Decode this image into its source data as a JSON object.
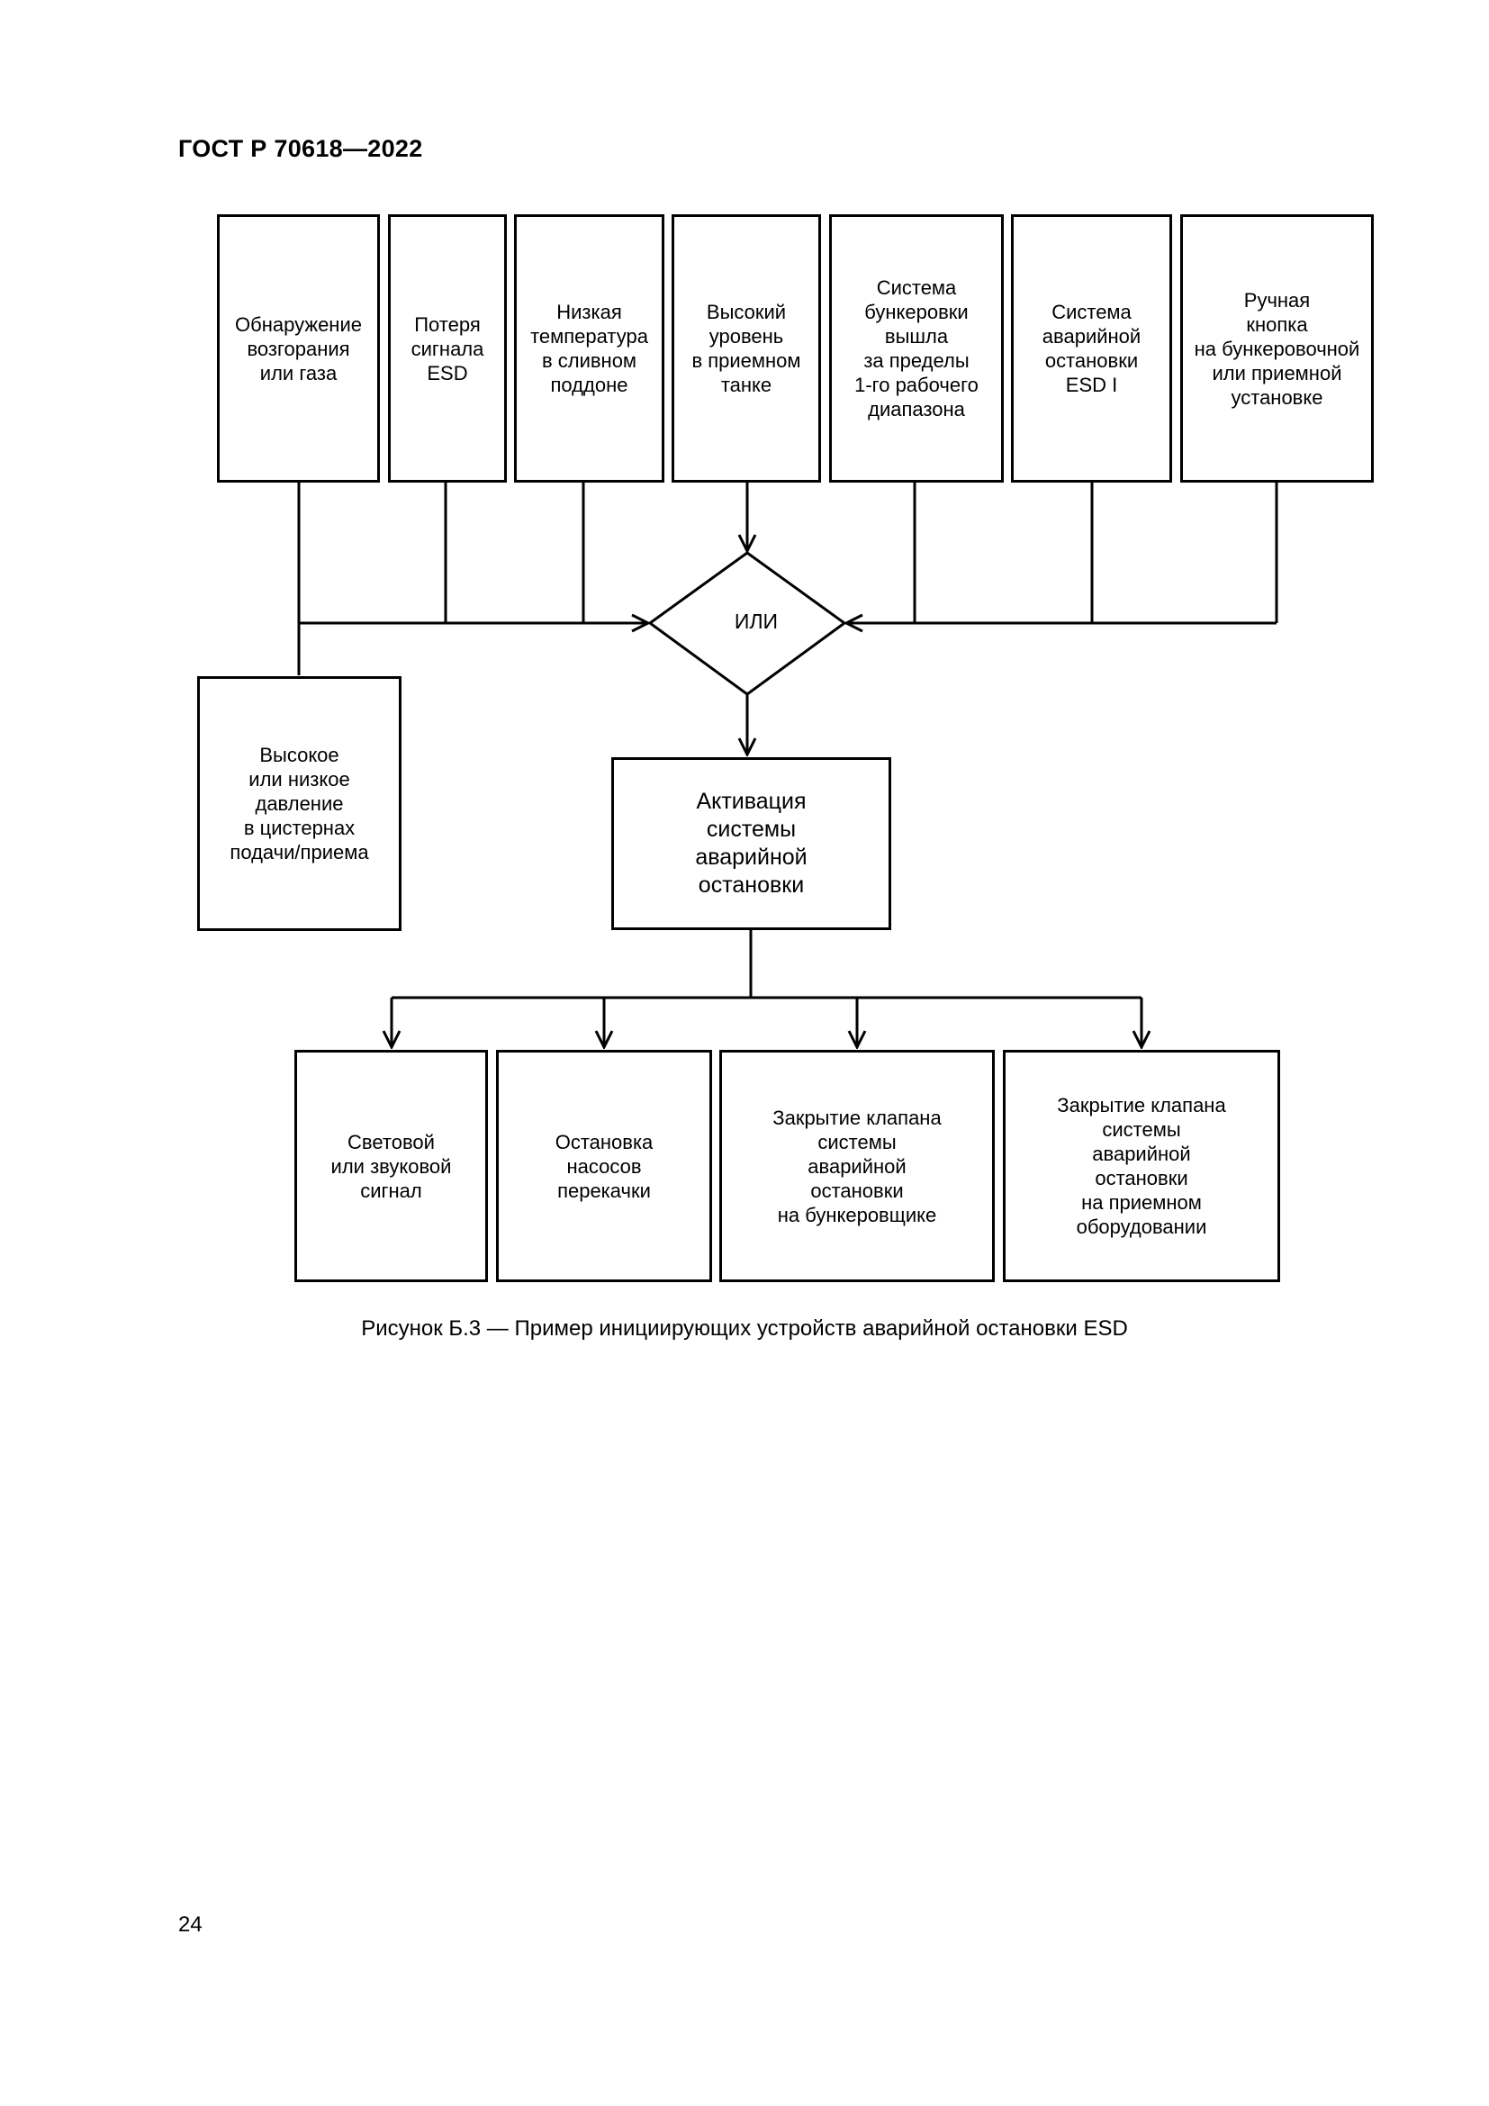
{
  "header": {
    "doc_code": "ГОСТ Р 70618—2022"
  },
  "inputs": [
    {
      "id": "fire",
      "label": "Обнаружение\nвозгорания\nили газа"
    },
    {
      "id": "signal-loss",
      "label": "Потеря\nсигнала\nESD"
    },
    {
      "id": "low-temp",
      "label": "Низкая\nтемпература\nв сливном\nподдоне"
    },
    {
      "id": "high-level",
      "label": "Высокий\nуровень\nв приемном\nтанке"
    },
    {
      "id": "range",
      "label": "Система\nбункеровки\nвышла\nза пределы\n1-го рабочего\nдиапазона"
    },
    {
      "id": "esd1",
      "label": "Система\nаварийной\nостановки\nESD I"
    },
    {
      "id": "manual",
      "label": "Ручная\nкнопка\nна бункеровочной\nили приемной\nустановке"
    }
  ],
  "pressure": {
    "label": "Высокое\nили низкое\nдавление\nв цистернах\nподачи/приема"
  },
  "decision": {
    "label": "ИЛИ"
  },
  "activation": {
    "label": "Активация\nсистемы\nаварийной\nостановки"
  },
  "outputs": [
    {
      "id": "light-sound",
      "label": "Световой\nили звуковой\nсигнал"
    },
    {
      "id": "pumps",
      "label": "Остановка\nнасосов\nперекачки"
    },
    {
      "id": "valve-bunker",
      "label": "Закрытие клапана\nсистемы\nаварийной\nостановки\nна бункеровщике"
    },
    {
      "id": "valve-receiver",
      "label": "Закрытие клапана\nсистемы\nаварийной\nостановки\nна приемном\nоборудовании"
    }
  ],
  "caption": "Рисунок Б.3 — Пример инициирующих устройств аварийной остановки ESD",
  "page_number": "24"
}
